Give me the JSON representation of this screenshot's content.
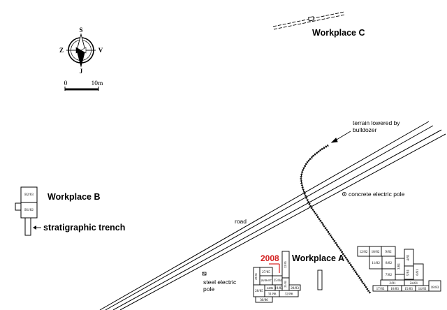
{
  "compass": {
    "top": "S",
    "left": "Z",
    "right": "V",
    "bottom": "J"
  },
  "scale_bar": {
    "start": "0",
    "end": "10m"
  },
  "workplaces": {
    "a": "Workplace A",
    "b": "Workplace B",
    "c": "Workplace C"
  },
  "annotations": {
    "terrain_1": "terrain lowered by",
    "terrain_2": "bulldozer",
    "concrete_pole": "concrete electric pole",
    "road": "road",
    "steel_pole_1": "steel electric",
    "steel_pole_2": "pole",
    "trench": "stratigraphic trench",
    "year": "2008"
  },
  "trench_b_cells": [
    "B2/83",
    "B1/82"
  ],
  "workplace_a_west": [
    "27/85",
    "29/85",
    "26/86-87",
    "25/84",
    "22/85",
    "21/84",
    "24/86",
    "19/83",
    "20/83",
    "28/85",
    "31/86",
    "32/86",
    "30/86"
  ],
  "workplace_a_east": [
    "12/82",
    "10/82",
    "9/82",
    "11/82",
    "8/82",
    "7/82",
    "3/81",
    "4/81",
    "5/81",
    "6/81",
    "2/81",
    "2a/81",
    "17/83",
    "16/83",
    "15/83",
    "14/83",
    "18/83"
  ],
  "colors": {
    "line": "#000000",
    "highlight": "#d42020"
  }
}
